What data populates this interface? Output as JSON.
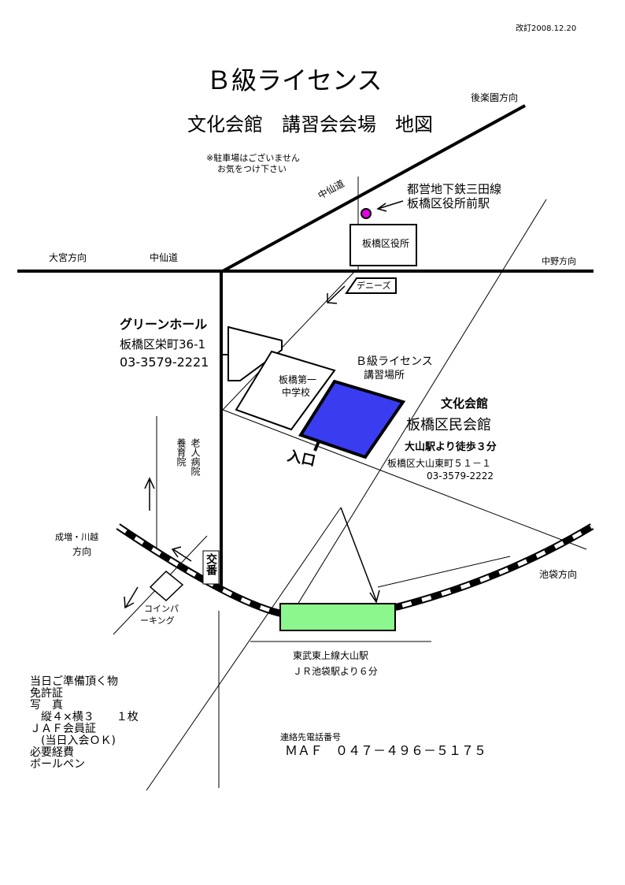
{
  "revision": "改訂2008.12.20",
  "title": "Ｂ級ライセンス",
  "subtitle": "文化会館　講習会会場　地図",
  "parking_note": {
    "line1": "※駐車場はございません",
    "line2": "お気をつけ下さい"
  },
  "directions": {
    "korakuen": "後楽園方向",
    "omiya": "大宮方向",
    "nakano": "中野方向",
    "ikebukuro": "池袋方向",
    "narimasu": "成増・川越",
    "narimasu_2": "方向"
  },
  "roads": {
    "nakasendo": "中仙道",
    "nakasendo_diag": "中仙道"
  },
  "station_mita": {
    "line1": "都営地下鉄三田線",
    "line2": "板橋区役所前駅"
  },
  "ward_office": "板橋区役所",
  "dennys": "デニーズ",
  "green_hall": {
    "name": "グリーンホール",
    "address": "板橋区栄町36-1",
    "phone": "03-3579-2221"
  },
  "school": {
    "line1": "板橋第一",
    "line2": "中学校"
  },
  "venue_label": {
    "line1": "Ｂ級ライセンス",
    "line2": "講習場所"
  },
  "bunka": {
    "name": "文化会館",
    "alt_name": "板橋区民会館",
    "walk": "大山駅より徒歩３分",
    "address": "板橋区大山東町５１－１",
    "phone": "03-3579-2222"
  },
  "entrance": "入口",
  "hospital": {
    "col1": "老人病院",
    "col2": "養育院"
  },
  "koban": "交番",
  "coin_parking": {
    "line1": "コインパ",
    "line2": "ーキング"
  },
  "oyama_station": {
    "line1": "東武東上線大山駅",
    "line2": "ＪＲ池袋駅より６分"
  },
  "checklist": [
    "当日ご準備頂く物",
    "免許証",
    "写　真",
    "　縦４×横３　　１枚",
    "ＪＡＦ会員証",
    "　(当日入会ＯＫ)",
    "必要経費",
    "ボールペン"
  ],
  "contact": {
    "label": "連絡先電話番号",
    "number": "ＭＡＦ　０４７－４９６－５１７５"
  },
  "colors": {
    "venue": "#3a3cf0",
    "station": "#8cf78c",
    "subway_marker": "#e000e0",
    "line": "#000000"
  }
}
